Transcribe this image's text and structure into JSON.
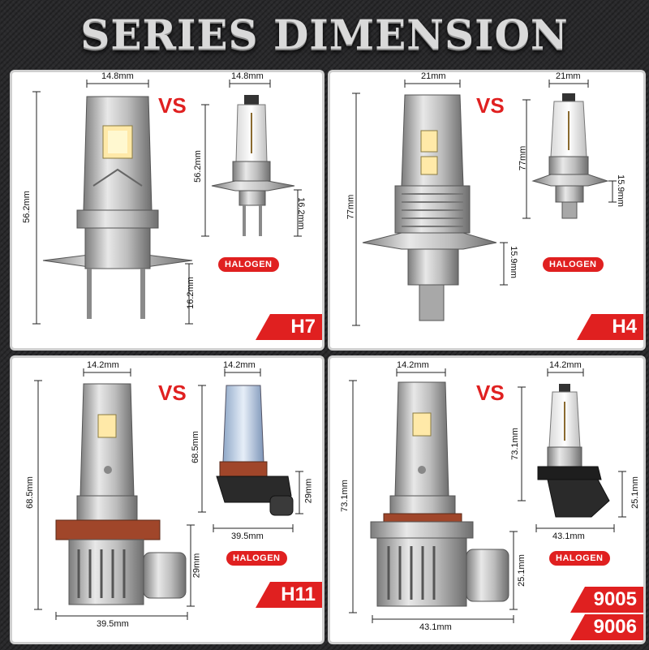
{
  "title": "SERIES DIMENSION",
  "vs_label": "VS",
  "halogen_label": "HALOGEN",
  "accent_color": "#e02020",
  "panels": [
    {
      "model": "H7",
      "led": {
        "width": "14.8mm",
        "height": "56.2mm",
        "base": "16.2mm"
      },
      "halogen": {
        "width": "14.8mm",
        "height": "56.2mm",
        "base": "16.2mm"
      }
    },
    {
      "model": "H4",
      "led": {
        "width": "21mm",
        "height": "77mm",
        "base": "15.9mm"
      },
      "halogen": {
        "width": "21mm",
        "height": "77mm",
        "base": "15.9mm"
      }
    },
    {
      "model": "H11",
      "led": {
        "width": "14.2mm",
        "height": "68.5mm",
        "base": "29mm",
        "bottom": "39.5mm"
      },
      "halogen": {
        "width": "14.2mm",
        "height": "68.5mm",
        "base": "29mm",
        "bottom": "39.5mm"
      }
    },
    {
      "model": "9005",
      "model2": "9006",
      "led": {
        "width": "14.2mm",
        "height": "73.1mm",
        "base": "25.1mm",
        "bottom": "43.1mm"
      },
      "halogen": {
        "width": "14.2mm",
        "height": "73.1mm",
        "base": "25.1mm",
        "bottom": "43.1mm"
      }
    }
  ]
}
